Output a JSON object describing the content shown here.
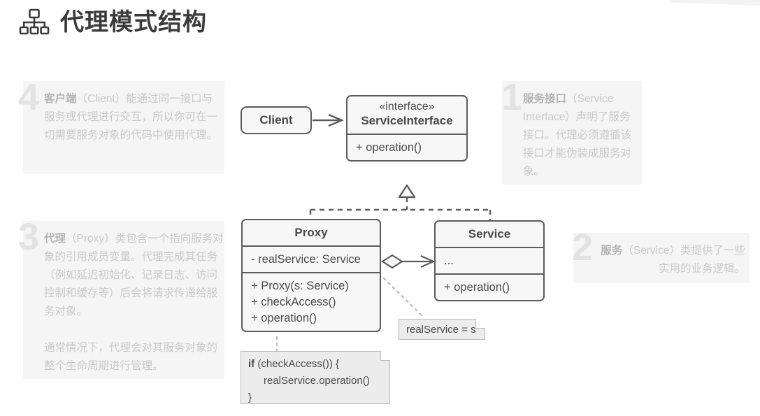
{
  "header": {
    "title": "代理模式结构",
    "icon": "sitemap-icon"
  },
  "annotations": [
    {
      "number": "1",
      "bold": "服务接口",
      "text": "（Service Interface）声明了服务接口。代理必须遵循该接口才能伪装成服务对象。",
      "align": "left"
    },
    {
      "number": "2",
      "bold": "服务",
      "text": "（Service）类提供了一些实用的业务逻辑。",
      "align": "right"
    },
    {
      "number": "3",
      "bold": "代理",
      "text": "（Proxy）类包含一个指向服务对象的引用成员变量。代理完成其任务（例如延迟初始化、记录日志、访问控制和缓存等）后会将请求传递给服务对象。",
      "text2": "通常情况下，代理会对其服务对象的整个生命周期进行管理。",
      "align": "left"
    },
    {
      "number": "4",
      "bold": "客户端",
      "text": "（Client）能通过同一接口与服务或代理进行交互，所以你可在一切需要服务对象的代码中使用代理。",
      "align": "left"
    }
  ],
  "diagram": {
    "client": {
      "name": "Client"
    },
    "interface": {
      "stereotype": "«interface»",
      "name": "ServiceInterface",
      "members": [
        "+ operation()"
      ]
    },
    "proxy": {
      "name": "Proxy",
      "attributes": [
        "- realService: Service"
      ],
      "methods": [
        "+ Proxy(s: Service)",
        "+ checkAccess()",
        "+ operation()"
      ]
    },
    "service": {
      "name": "Service",
      "attributes": [
        "..."
      ],
      "methods": [
        "+ operation()"
      ]
    },
    "notes": {
      "assignment": "realService = s",
      "code_line1_keyword": "if",
      "code_line1_rest": " (checkAccess()) {",
      "code_line2": "realService.operation()",
      "code_line3": "}"
    },
    "relations": [
      {
        "type": "association",
        "from": "Client",
        "to": "ServiceInterface",
        "style": "solid-open-arrow"
      },
      {
        "type": "realization",
        "from": "Proxy",
        "to": "ServiceInterface",
        "style": "dashed-hollow-triangle"
      },
      {
        "type": "realization",
        "from": "Service",
        "to": "ServiceInterface",
        "style": "dashed-hollow-triangle"
      },
      {
        "type": "aggregation",
        "from": "Proxy",
        "to": "Service",
        "style": "hollow-diamond-open-arrow"
      },
      {
        "type": "note-link",
        "from": "Proxy",
        "to": "realService = s",
        "style": "dotted"
      },
      {
        "type": "note-link",
        "from": "Proxy",
        "to": "code-note",
        "style": "dotted"
      }
    ]
  },
  "colors": {
    "box_fill": "#f7f7f7",
    "box_border": "#5c5c5c",
    "note_fill": "#ececec",
    "note_border": "#b9b9b9",
    "annotation_bg": "#f5f5f5",
    "annotation_text": "#c9c9c9",
    "annotation_number": "#e3e3e3",
    "title_color": "#3b3b3b"
  }
}
